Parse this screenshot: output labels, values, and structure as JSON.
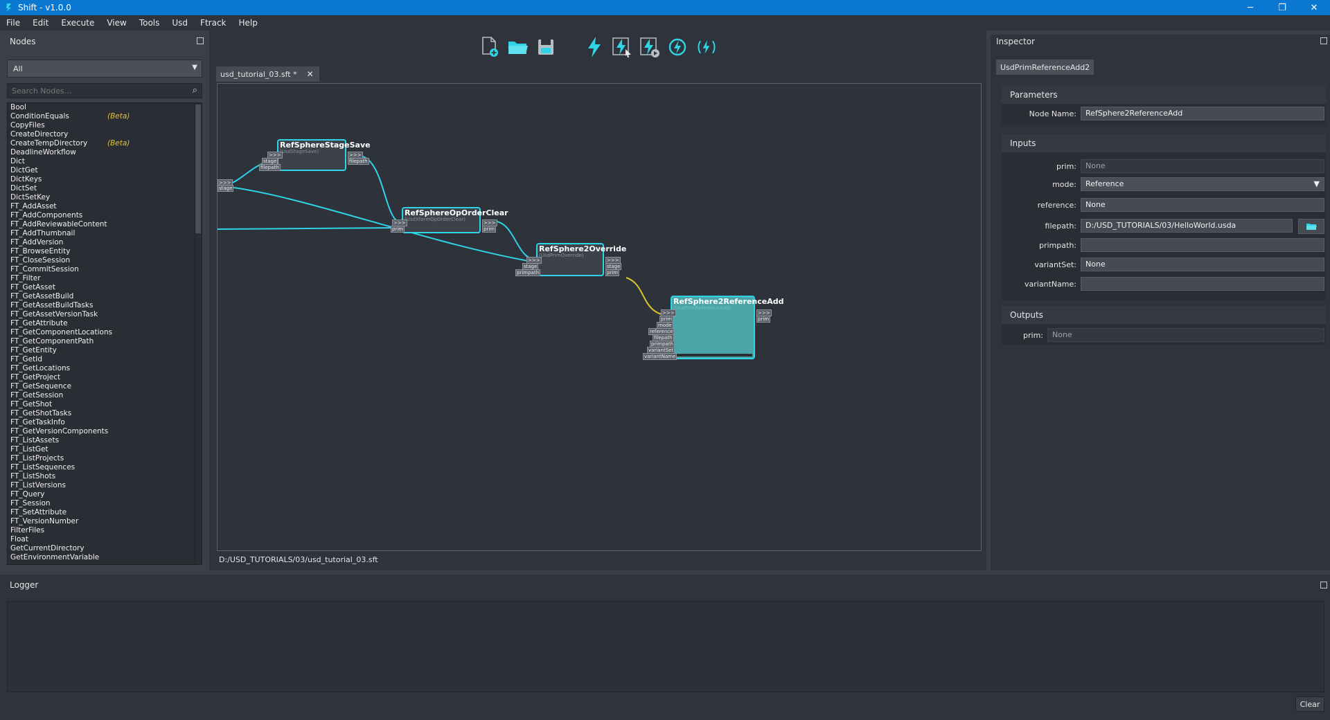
{
  "window": {
    "title": "Shift - v1.0.0",
    "min_glyph": "─",
    "max_glyph": "❐",
    "close_glyph": "✕"
  },
  "menu": [
    "File",
    "Edit",
    "Execute",
    "View",
    "Tools",
    "Usd",
    "Ftrack",
    "Help"
  ],
  "nodes_panel": {
    "title": "Nodes",
    "filter_value": "All",
    "search_placeholder": "Search Nodes...",
    "items": [
      {
        "name": "Bool",
        "tag": ""
      },
      {
        "name": "ConditionEquals",
        "tag": "(Beta)"
      },
      {
        "name": "CopyFiles",
        "tag": ""
      },
      {
        "name": "CreateDirectory",
        "tag": ""
      },
      {
        "name": "CreateTempDirectory",
        "tag": "(Beta)"
      },
      {
        "name": "DeadlineWorkflow",
        "tag": ""
      },
      {
        "name": "Dict",
        "tag": ""
      },
      {
        "name": "DictGet",
        "tag": ""
      },
      {
        "name": "DictKeys",
        "tag": ""
      },
      {
        "name": "DictSet",
        "tag": ""
      },
      {
        "name": "DictSetKey",
        "tag": ""
      },
      {
        "name": "FT_AddAsset",
        "tag": ""
      },
      {
        "name": "FT_AddComponents",
        "tag": ""
      },
      {
        "name": "FT_AddReviewableContent",
        "tag": ""
      },
      {
        "name": "FT_AddThumbnail",
        "tag": ""
      },
      {
        "name": "FT_AddVersion",
        "tag": ""
      },
      {
        "name": "FT_BrowseEntity",
        "tag": ""
      },
      {
        "name": "FT_CloseSession",
        "tag": ""
      },
      {
        "name": "FT_CommitSession",
        "tag": ""
      },
      {
        "name": "FT_Filter",
        "tag": ""
      },
      {
        "name": "FT_GetAsset",
        "tag": ""
      },
      {
        "name": "FT_GetAssetBuild",
        "tag": ""
      },
      {
        "name": "FT_GetAssetBuildTasks",
        "tag": ""
      },
      {
        "name": "FT_GetAssetVersionTask",
        "tag": ""
      },
      {
        "name": "FT_GetAttribute",
        "tag": ""
      },
      {
        "name": "FT_GetComponentLocations",
        "tag": ""
      },
      {
        "name": "FT_GetComponentPath",
        "tag": ""
      },
      {
        "name": "FT_GetEntity",
        "tag": ""
      },
      {
        "name": "FT_GetId",
        "tag": ""
      },
      {
        "name": "FT_GetLocations",
        "tag": ""
      },
      {
        "name": "FT_GetProject",
        "tag": ""
      },
      {
        "name": "FT_GetSequence",
        "tag": ""
      },
      {
        "name": "FT_GetSession",
        "tag": ""
      },
      {
        "name": "FT_GetShot",
        "tag": ""
      },
      {
        "name": "FT_GetShotTasks",
        "tag": ""
      },
      {
        "name": "FT_GetTaskInfo",
        "tag": ""
      },
      {
        "name": "FT_GetVersionComponents",
        "tag": ""
      },
      {
        "name": "FT_ListAssets",
        "tag": ""
      },
      {
        "name": "FT_ListGet",
        "tag": ""
      },
      {
        "name": "FT_ListProjects",
        "tag": ""
      },
      {
        "name": "FT_ListSequences",
        "tag": ""
      },
      {
        "name": "FT_ListShots",
        "tag": ""
      },
      {
        "name": "FT_ListVersions",
        "tag": ""
      },
      {
        "name": "FT_Query",
        "tag": ""
      },
      {
        "name": "FT_Session",
        "tag": ""
      },
      {
        "name": "FT_SetAttribute",
        "tag": ""
      },
      {
        "name": "FT_VersionNumber",
        "tag": ""
      },
      {
        "name": "FilterFiles",
        "tag": ""
      },
      {
        "name": "Float",
        "tag": ""
      },
      {
        "name": "GetCurrentDirectory",
        "tag": ""
      },
      {
        "name": "GetEnvironmentVariable",
        "tag": ""
      }
    ]
  },
  "toolbar": {
    "buttons": [
      "new-file-icon",
      "open-folder-icon",
      "save-icon",
      "execute-icon",
      "execute-selected-icon",
      "execute-from-icon",
      "execute-refresh-icon",
      "execute-continuous-icon"
    ],
    "accent": "#2fd4e6"
  },
  "document": {
    "tab_label": "usd_tutorial_03.sft *",
    "tab_close": "✕",
    "status_path": "D:/USD_TUTORIALS/03/usd_tutorial_03.sft"
  },
  "graph": {
    "nodes": [
      {
        "id": "n1",
        "title": "RefSphereStageSave",
        "subtitle": "(UsdStageSave)"
      },
      {
        "id": "n2",
        "title": "RefSphereOpOrderClear",
        "subtitle": "(UsdXformOpOrderClear)"
      },
      {
        "id": "n3",
        "title": "RefSphere2Override",
        "subtitle": "(UsdPrimOverride)"
      },
      {
        "id": "n4",
        "title": "RefSphere2ReferenceAdd",
        "subtitle": "(UsdPrimReferenceAdd)"
      }
    ],
    "ports": {
      "exec": ">>>",
      "stage": "stage",
      "filepath": "filepath",
      "prim": "prim",
      "primpath": "primpath",
      "mode": "mode",
      "reference": "reference",
      "variantSet": "variantSet",
      "variantName": "variantName"
    },
    "wire_color": "#2fd4e6",
    "selected_wire_color": "#d9c42a",
    "selected_fill": "#4aa4a8"
  },
  "inspector": {
    "title": "Inspector",
    "node_type": "UsdPrimReferenceAdd2",
    "parameters": {
      "title": "Parameters",
      "node_name_label": "Node Name:",
      "node_name_value": "RefSphere2ReferenceAdd"
    },
    "inputs": {
      "title": "Inputs",
      "fields": [
        {
          "label": "prim:",
          "value": "None",
          "editable": false
        },
        {
          "label": "mode:",
          "value": "Reference",
          "editable": true
        },
        {
          "label": "reference:",
          "value": "None",
          "editable": true
        },
        {
          "label": "filepath:",
          "value": "D:/USD_TUTORIALS/03/HelloWorld.usda",
          "editable": true
        },
        {
          "label": "primpath:",
          "value": "",
          "editable": true
        },
        {
          "label": "variantSet:",
          "value": "None",
          "editable": true
        },
        {
          "label": "variantName:",
          "value": "",
          "editable": true
        }
      ]
    },
    "outputs": {
      "title": "Outputs",
      "fields": [
        {
          "label": "prim:",
          "value": "None"
        }
      ]
    }
  },
  "logger": {
    "title": "Logger",
    "clear_label": "Clear"
  }
}
